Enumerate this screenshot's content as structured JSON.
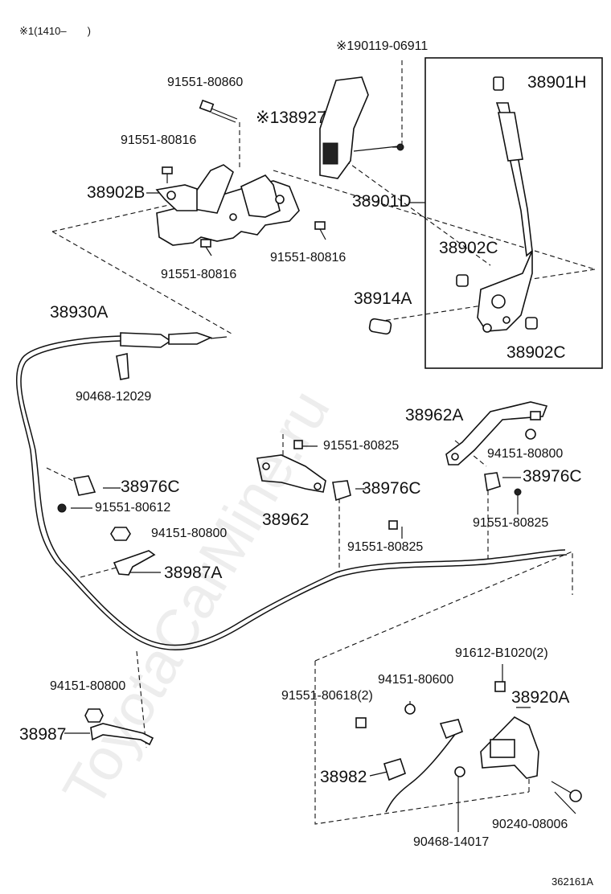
{
  "header_note": "※1(1410–　　)",
  "footer_code": "362161A",
  "watermark_text": "ToyotaCarMine.ru",
  "labels": {
    "l01": "※190119-06911",
    "l02": "91551-80860",
    "l03": "※138927",
    "l04": "38901H",
    "l05": "91551-80816",
    "l06": "38902B",
    "l07": "38901D",
    "l08": "91551-80816",
    "l09": "91551-80816",
    "l10": "38902C",
    "l11": "38914A",
    "l12": "38930A",
    "l13": "38902C",
    "l14": "90468-12029",
    "l15": "38962A",
    "l16": "91551-80825",
    "l17": "94151-80800",
    "l18": "38976C",
    "l19": "38976C",
    "l20": "38976C",
    "l21": "91551-80612",
    "l22": "38962",
    "l23": "91551-80825",
    "l24": "94151-80800",
    "l25": "91551-80825",
    "l26": "38987A",
    "l27": "91612-B1020(2)",
    "l28": "94151-80800",
    "l29": "94151-80600",
    "l30": "38920A",
    "l31": "91551-80618(2)",
    "l32": "38987",
    "l33": "38982",
    "l34": "90240-08006",
    "l35": "90468-14017"
  }
}
